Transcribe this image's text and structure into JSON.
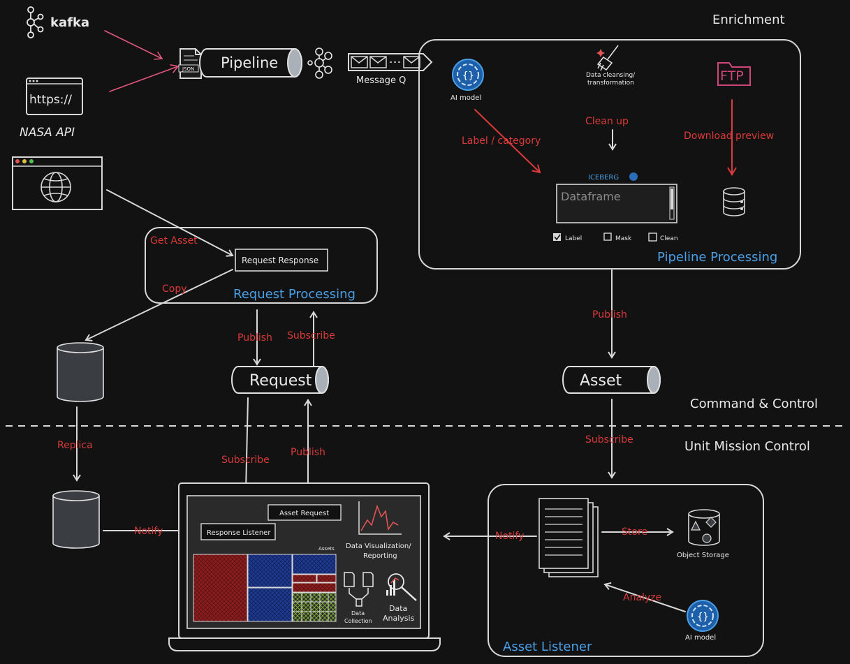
{
  "sections": {
    "enrichment": "Enrichment",
    "command_control": "Command & Control",
    "unit_mission_control": "Unit Mission Control"
  },
  "sources": {
    "kafka": "kafka",
    "https": "https://",
    "nasa": "NASA API"
  },
  "pipeline": {
    "json": "JSON",
    "pipeline": "Pipeline",
    "message_q": "Message Q"
  },
  "enrichment_box": {
    "ai_model": "AI model",
    "cleansing_line1": "Data cleansing/",
    "cleansing_line2": "transformation",
    "ftp": "FTP",
    "label_category": "Label / category",
    "clean_up": "Clean up",
    "download_preview": "Download preview",
    "iceberg": "ICEBERG",
    "dataframe": "Dataframe",
    "checkboxes": [
      {
        "label": "Label",
        "checked": true
      },
      {
        "label": "Mask",
        "checked": false
      },
      {
        "label": "Clean",
        "checked": false
      }
    ],
    "title": "Pipeline Processing"
  },
  "request_box": {
    "get_asset": "Get Asset",
    "copy": "Copy",
    "request_response": "Request Response",
    "title": "Request Processing"
  },
  "queues": {
    "request": "Request",
    "asset": "Asset"
  },
  "edge_labels": {
    "publish_top": "Publish",
    "subscribe_top": "Subscribe",
    "publish_asset": "Publish",
    "replica": "Replica",
    "subscribe_left": "Subscribe",
    "publish_left": "Publish",
    "subscribe_right": "Subscribe",
    "notify_db": "Notify",
    "notify_listener": "Notify",
    "store": "Store",
    "analyze": "Analyze"
  },
  "laptop": {
    "asset_request": "Asset Request",
    "response_listener": "Response Listener",
    "assets": "Assets",
    "dataviz_line1": "Data Visualization/",
    "dataviz_line2": "Reporting",
    "collection_line1": "Data",
    "collection_line2": "Collection",
    "analysis_line1": "Data",
    "analysis_line2": "Analysis"
  },
  "listener_box": {
    "object_storage": "Object Storage",
    "ai_model": "AI model",
    "title": "Asset Listener"
  },
  "colors": {
    "background": "#121212",
    "stroke": "#d8d8d8",
    "red": "#d93a3a",
    "blue": "#4a9fe6",
    "pink": "#e0567a",
    "treemap_red": "#8b1e1e",
    "treemap_blue": "#1f3a8f",
    "treemap_green": "#7aa832"
  },
  "icons": [
    "kafka-icon",
    "browser-icon",
    "globe-icon",
    "json-file-icon",
    "kafka-cluster-icon",
    "envelope-icon",
    "ai-model-icon",
    "broom-icon",
    "ftp-folder-icon",
    "database-icon",
    "document-stack-icon",
    "object-storage-icon",
    "laptop-icon",
    "line-chart-icon",
    "data-collection-icon",
    "data-analysis-icon"
  ]
}
